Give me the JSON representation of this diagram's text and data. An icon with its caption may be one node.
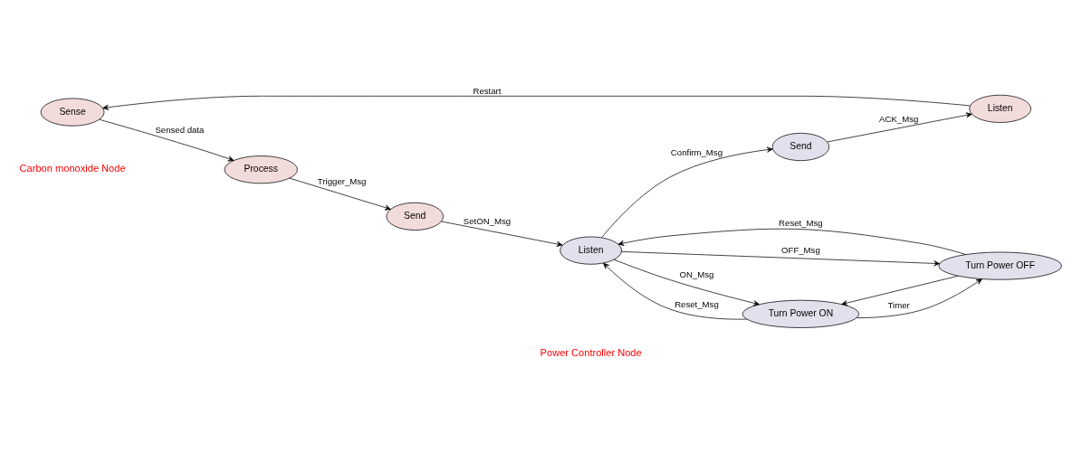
{
  "diagram": {
    "nodes": [
      {
        "text": [
          "Sense"
        ]
      },
      {
        "text": [
          "Process"
        ]
      },
      {
        "text": [
          "Send"
        ]
      },
      {
        "text": [
          "Listen"
        ]
      },
      {
        "text": [
          "Listen"
        ]
      },
      {
        "text": [
          "Turn Power ON"
        ]
      },
      {
        "text": [
          "Turn Power OFF"
        ]
      },
      {
        "text": [
          "Send"
        ]
      }
    ],
    "edges": [
      {
        "from": 0,
        "to": 1,
        "arrow": "to",
        "label": "Sensed data"
      },
      {
        "from": 1,
        "to": 2,
        "arrow": "to",
        "label": "Trigger_Msg"
      },
      {
        "from": 2,
        "to": 4,
        "arrow": "to",
        "label": "SetON_Msg"
      },
      {
        "from": 4,
        "to": 5,
        "arrow": "to",
        "label": "ON_Msg"
      },
      {
        "from": 5,
        "to": 4,
        "arrow": "to",
        "label": "Reset_Msg"
      },
      {
        "from": 5,
        "to": 6,
        "arrow": "to",
        "label": "Timer"
      },
      {
        "from": 6,
        "to": 5,
        "arrow": "to"
      },
      {
        "from": 4,
        "to": 6,
        "arrow": "to",
        "label": "OFF_Msg"
      },
      {
        "from": 6,
        "to": 4,
        "arrow": "to",
        "label": "Reset_Msg"
      },
      {
        "from": 4,
        "to": 7,
        "arrow": "to",
        "label": "Confirm_Msg"
      },
      {
        "from": 7,
        "to": 3,
        "arrow": "to",
        "label": "ACK_Msg"
      },
      {
        "from": 3,
        "to": 0,
        "arrow": "to",
        "label": "Restart"
      }
    ],
    "labels": [
      "Carbon monoxide Node",
      "Power Controller Node"
    ]
  }
}
